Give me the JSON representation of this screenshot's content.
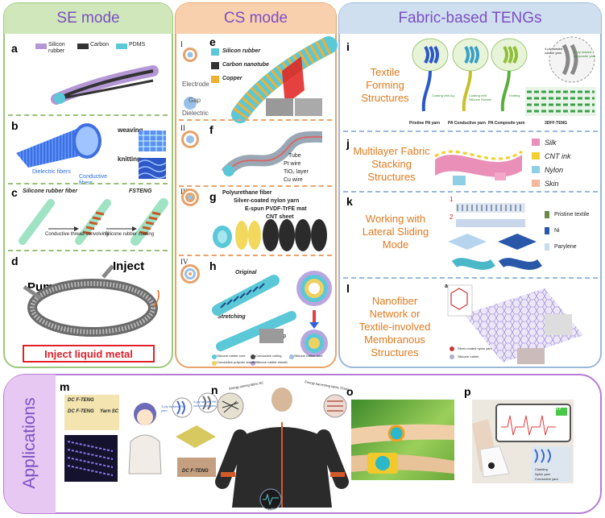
{
  "se": {
    "title": "SE mode",
    "a": {
      "label": "a",
      "legend": [
        "Silicon rubber",
        "Carbon",
        "PDMS"
      ],
      "colors": {
        "silicon": "#b497d6",
        "carbon": "#333333",
        "pdms": "#5bc8d8"
      }
    },
    "b": {
      "label": "b",
      "dielectric": "Dielectric fibers",
      "conductive": "Conductive fibers",
      "weaving": "weaving",
      "knitting": "knitting"
    },
    "c": {
      "label": "c",
      "fiber": "Silicone rubber fiber",
      "fsteng": "FSTENG",
      "step1": "Conductive thread convolving",
      "step2": "Silicone rubber coating"
    },
    "d": {
      "label": "d",
      "inject": "Inject",
      "pump": "Pump",
      "banner": "Inject liquid metal"
    }
  },
  "cs": {
    "title": "CS mode",
    "roman": [
      "I",
      "II",
      "III",
      "IV"
    ],
    "left_labels": {
      "electrode": "Electrode",
      "gap": "Gap",
      "dielectric": "Dielectric"
    },
    "e": {
      "label": "e",
      "legend": [
        "Silicon rubber",
        "Carbon nanotube",
        "Copper"
      ]
    },
    "f": {
      "label": "f",
      "tube": "Tube",
      "pt": "Pt wire",
      "tio2": "TiO₂ layer",
      "cu": "Cu wire"
    },
    "g": {
      "label": "g",
      "layers": [
        "Polyurethane fiber",
        "Silver-coated nylon yarn",
        "E-spun PVDF-TrFE mat",
        "CNT sheet"
      ]
    },
    "h": {
      "label": "h",
      "original": "Original",
      "stretching": "Stretching",
      "gap": "Gap",
      "legend": [
        "Silicone rubber core",
        "Conductive coiling",
        "Silicone rubber tube",
        "Conductive polymer sheath",
        "Silicone rubber sheath"
      ]
    }
  },
  "fab": {
    "title": "Fabric-based TENGs",
    "i": {
      "label": "i",
      "text": "Textile Forming Structures",
      "steps": [
        "Pristine PA yarn",
        "PA Conductive yarn",
        "PA Composite yarn",
        "3DFF-TENG"
      ],
      "coating": [
        "Coating with Ag",
        "Coating with Silicone Rubber",
        "Knitting"
      ],
      "notes": [
        "4-ply twisted carbon yarn",
        "4-ply twisted composite yarn"
      ]
    },
    "j": {
      "label": "j",
      "text": "Multilayer Fabric Stacking Structures",
      "legend": [
        "Silk",
        "CNT ink",
        "Nylon",
        "Skin"
      ]
    },
    "k": {
      "label": "k",
      "text": "Working with Lateral Sliding Mode",
      "nums": [
        "1",
        "2"
      ],
      "legend": [
        "Pristine textile",
        "Ni",
        "Parylene"
      ]
    },
    "l": {
      "label": "l",
      "text": "Nanofiber Network or Textile-involved Membranous Structures",
      "sub": "a",
      "legend": [
        "Silver-coated nylon yarn",
        "Silicone rubber"
      ]
    }
  },
  "apps": {
    "title": "Applications",
    "m": {
      "label": "m",
      "texts": [
        "DC F-TENG",
        "DC F-TENG",
        "Yarn SC",
        "3-ply twisted PA yarn",
        "4-ply twisted PA conductive yarn",
        "DC F-TENG"
      ]
    },
    "n": {
      "label": "n",
      "left": "Energy storing fabric SC",
      "right": "Energy harvesting fabric TENG",
      "bottom": "Wearable electronics"
    },
    "o": {
      "label": "o"
    },
    "p": {
      "label": "p",
      "screen_val": "77",
      "legend": [
        "Cladding",
        "Nylon yarn",
        "Conductive yarn"
      ]
    }
  },
  "colors": {
    "se_green": "#9cc87a",
    "se_fill": "#cfe7bb",
    "cs_orange": "#e9a36a",
    "cs_fill": "#f9d0ae",
    "fab_blue": "#9ab9da",
    "fab_fill": "#cfdff0",
    "app_purple": "#b77bd6",
    "app_fill": "#e6c8f3",
    "title_purple": "#7c4fc2",
    "fab_text_orange": "#e07a1f",
    "banner_red": "#e0202a"
  }
}
